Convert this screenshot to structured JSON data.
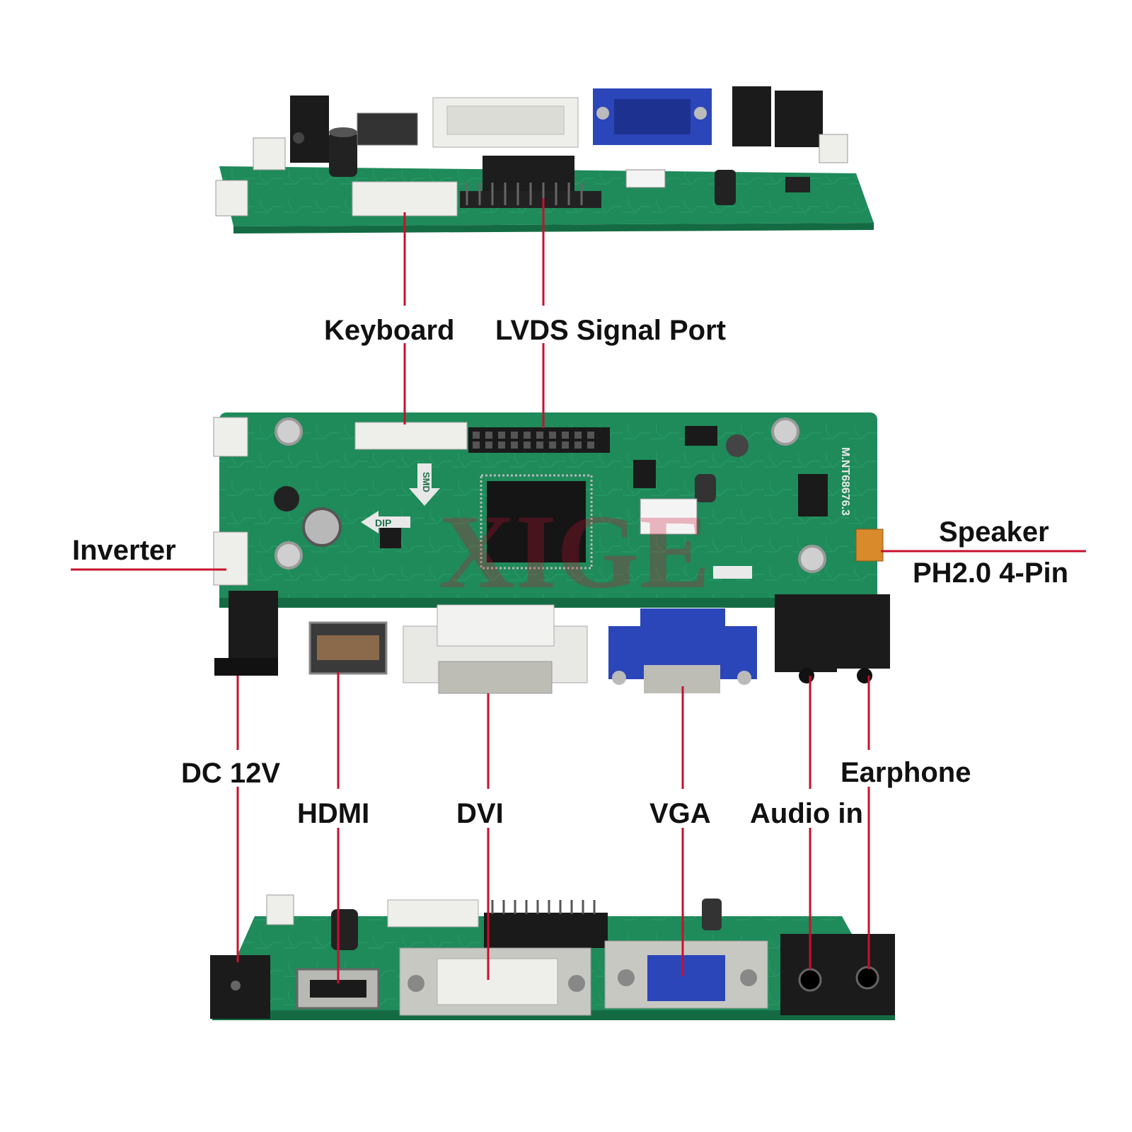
{
  "labels": {
    "keyboard": "Keyboard",
    "lvds": "LVDS Signal Port",
    "inverter": "Inverter",
    "speaker": "Speaker",
    "speaker_spec": "PH2.0 4-Pin",
    "dc": "DC 12V",
    "hdmi": "HDMI",
    "dvi": "DVI",
    "vga": "VGA",
    "audio_in": "Audio in",
    "earphone": "Earphone"
  },
  "watermark": "XIGE",
  "board_markings": {
    "dip": "DIP",
    "smd": "SMD",
    "model": "M.NT68676.3"
  },
  "colors": {
    "pcb": "#1f8a5a",
    "pcb_dark": "#146b43",
    "leader": "#c8102e",
    "connector_white": "#eeeeea",
    "vga_blue": "#2b46b8",
    "jack_black": "#1b1b1b"
  }
}
